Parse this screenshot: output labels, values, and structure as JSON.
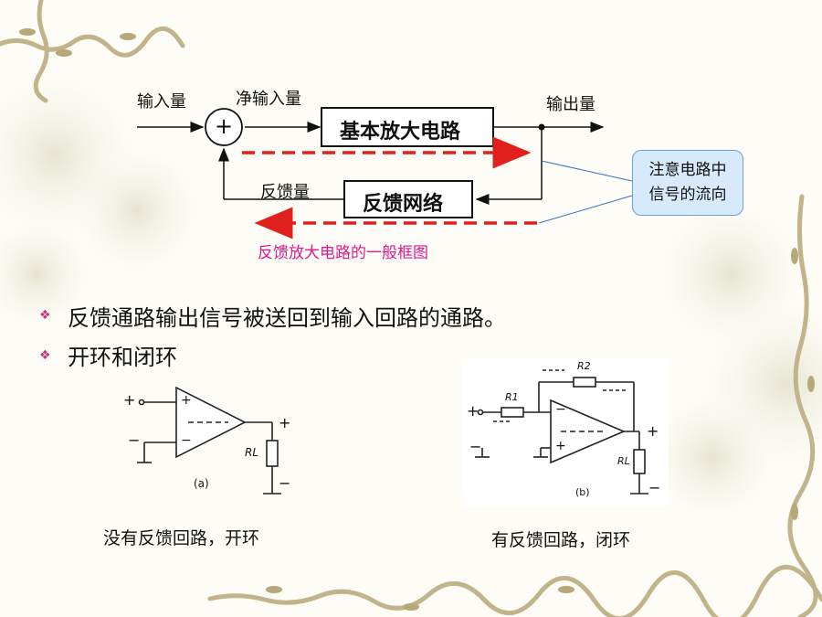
{
  "block_diagram": {
    "input_label": "输入量",
    "net_input_label": "净输入量",
    "amplifier_label": "基本放大电路",
    "output_label": "输出量",
    "feedback_quantity_label": "反馈量",
    "feedback_network_label": "反馈网络",
    "summing_symbol": "+",
    "caption": "反馈放大电路的一般框图",
    "note": [
      "注意电路中",
      "信号的流向"
    ]
  },
  "bullets": [
    "反馈通路输出信号被送回到输入回路的通路。",
    "开环和闭环"
  ],
  "bullet_symbol": "❖",
  "circuit_a": {
    "plus_in": "+",
    "minus_in": "−",
    "out_plus": "+",
    "out_minus": "−",
    "load": "RL",
    "tag": "(a)",
    "caption": "没有反馈回路，开环"
  },
  "circuit_b": {
    "plus_in": "+",
    "minus_in": "−",
    "out_plus": "+",
    "out_minus": "−",
    "r1": "R1",
    "r2": "R2",
    "load": "RL",
    "tag": "(b)",
    "caption": "有反馈回路，闭环"
  },
  "colors": {
    "dashed_arrow": "#e0201c",
    "caption_magenta": "#e01a8c",
    "bullet": "#c0397a",
    "note_fill": "#d7e9fb",
    "vine": "#c2b48a"
  },
  "icons": {
    "bullet": "diamond-cluster-icon",
    "vine": "vine-decoration"
  }
}
